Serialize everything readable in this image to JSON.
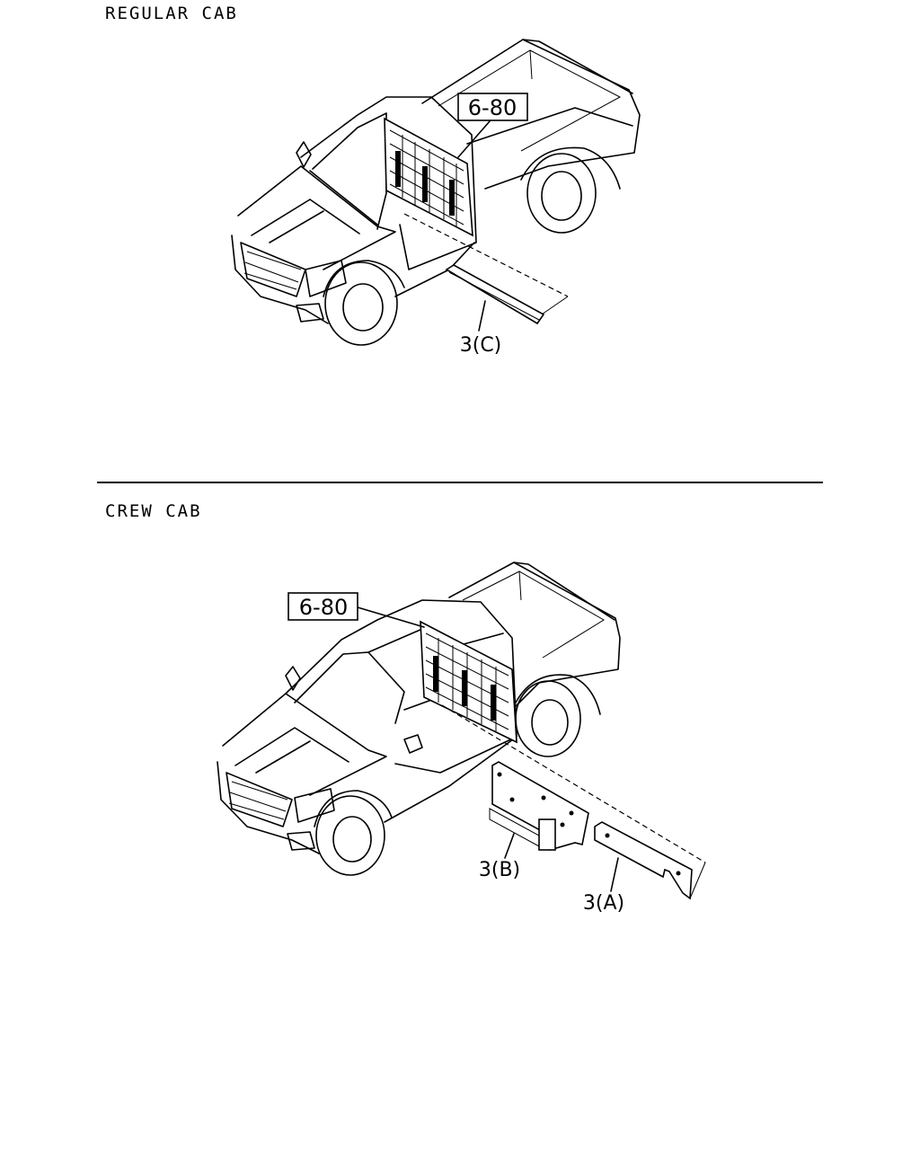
{
  "sections": [
    {
      "title": "REGULAR CAB",
      "ref_box": "6-80",
      "callouts": [
        "3(C)"
      ]
    },
    {
      "title": "CREW CAB",
      "ref_box": "6-80",
      "callouts": [
        "3(B)",
        "3(A)"
      ]
    }
  ],
  "colors": {
    "ink": "#000000",
    "paper": "#ffffff"
  }
}
